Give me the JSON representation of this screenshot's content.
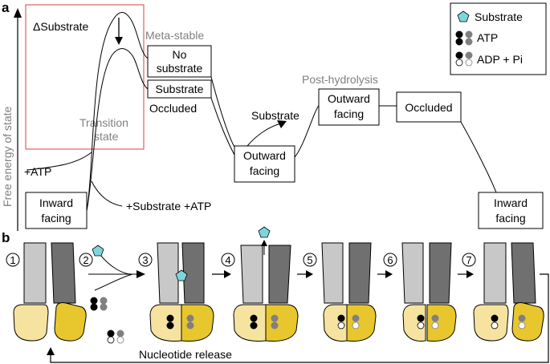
{
  "panel_a": {
    "label": "a",
    "axis_label": "Free energy of state",
    "delta_label": "ΔSubstrate",
    "meta_stable": "Meta-stable",
    "transition_1": "Transition",
    "transition_2": "state",
    "post_hydrolysis": "Post-hydrolysis",
    "plus_atp": "+ATP",
    "plus_sub_atp": "+Substrate +ATP",
    "substrate_arrow": "Substrate",
    "states": {
      "no_sub_1": "No",
      "no_sub_2": "substrate",
      "substrate": "Substrate",
      "occluded_1": "Occluded",
      "outward1_1": "Outward",
      "outward1_2": "facing",
      "outward2_1": "Outward",
      "outward2_2": "facing",
      "occluded_2": "Occluded",
      "inward1_1": "Inward",
      "inward1_2": "facing",
      "inward2_1": "Inward",
      "inward2_2": "facing"
    },
    "legend": {
      "substrate": "Substrate",
      "atp": "ATP",
      "adp": "ADP + Pi"
    }
  },
  "panel_b": {
    "label": "b",
    "steps": [
      "1",
      "2",
      "3",
      "4",
      "5",
      "6",
      "7"
    ],
    "nucleotide_release": "Nucleotide release"
  },
  "colors": {
    "light_gray": "#c8c8c8",
    "dark_gray": "#707070",
    "light_yellow": "#f7e3a0",
    "dark_yellow": "#e8c72e",
    "substrate_cyan": "#7ed6dc",
    "red_box": "#e06060"
  }
}
